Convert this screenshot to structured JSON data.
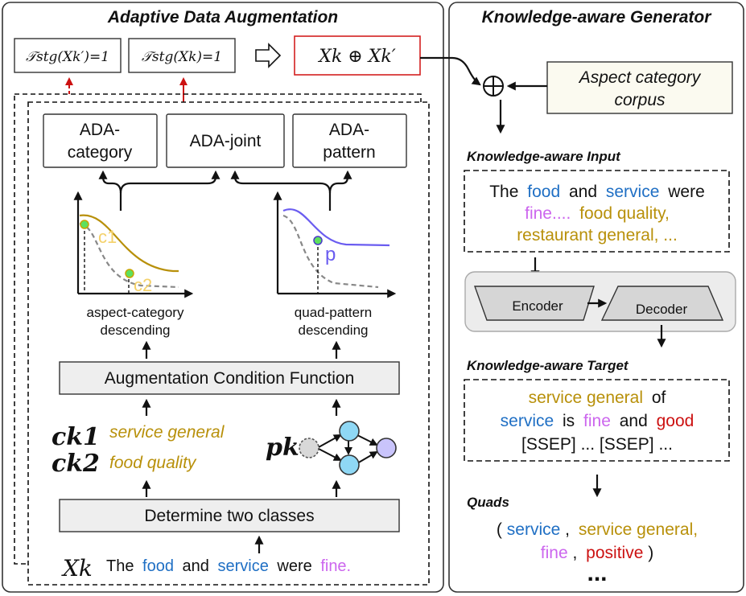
{
  "colors": {
    "blue": "#1f6fc4",
    "gold": "#b8900a",
    "pink": "#cc66ee",
    "red": "#cc1111",
    "purple": "#6a5cf0",
    "cyan": "#8fd8f5",
    "lavender": "#c9c4fb"
  },
  "left_panel": {
    "title": "Adaptive Data Augmentation",
    "cond_left": "𝒯stg(Xk′)=1",
    "cond_right": "𝒯stg(Xk)=1",
    "concat": "Xk ⊕ Xk′",
    "ada_category": [
      "ADA-",
      "category"
    ],
    "ada_joint": "ADA-joint",
    "ada_pattern": [
      "ADA-",
      "pattern"
    ],
    "curve_labels": {
      "c1": "c1",
      "c2": "c2",
      "p": "p"
    },
    "aspect_label": [
      "aspect-category",
      "descending"
    ],
    "quad_label": [
      "quad-pattern",
      "descending"
    ],
    "acf": "Augmentation Condition Function",
    "ck1": "ck1",
    "ck2": "ck2",
    "service_general": "service general",
    "food_quality": "food quality",
    "pk": "pk",
    "determine": "Determine two classes",
    "xk": "Xk",
    "sentence": {
      "the": "The",
      "food": "food",
      "and": "and",
      "service": "service",
      "were": "were",
      "fine": "fine."
    }
  },
  "right_panel": {
    "title": "Knowledge-aware Generator",
    "corpus": [
      "Aspect category",
      "corpus"
    ],
    "input_title": "Knowledge-aware Input",
    "input_line1": {
      "the": "The",
      "food": "food",
      "and": "and",
      "service": "service",
      "were": "were"
    },
    "input_line2": {
      "fine": "fine....",
      "food_quality": "food quality,"
    },
    "input_line3": "restaurant general, ...",
    "encoder": "Encoder",
    "decoder": "Decoder",
    "target_title": "Knowledge-aware Target",
    "target_line1": {
      "service_general": "service general",
      "of": "of"
    },
    "target_line2": {
      "service": "service",
      "is": "is",
      "fine": "fine",
      "and": "and",
      "good": "good"
    },
    "target_line3": "[SSEP] ... [SSEP] ...",
    "quads_title": "Quads",
    "quads_line1": {
      "open": "(",
      "service": "service",
      "comma": ",",
      "service_general": "service general,"
    },
    "quads_line2": {
      "fine": "fine",
      "comma": ",",
      "positive": "positive",
      "close": ")"
    },
    "ellipsis": "..."
  }
}
